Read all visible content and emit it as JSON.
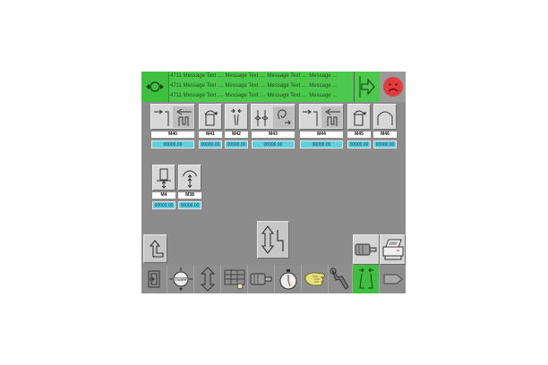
{
  "header": {
    "messages": [
      "4711 Message Text .... Message Text .... Message Text .... Message ...",
      "4711 Message Text .... Message Text .... Message Text .... Message ...",
      "4711 Message Text .... Message Text .... Message Text .... Message ..."
    ],
    "left_icon": "machine-gear-icon",
    "next_icon": "arrow-right-icon",
    "status_icon": "sad-face-icon",
    "colors": {
      "message_bg": "#4cc94c",
      "status": "#e23b3b"
    }
  },
  "functions_row1": [
    {
      "label": "M40",
      "value": "00000.00",
      "icon": "mold-close-icon"
    },
    {
      "label": "M41",
      "value": "00000.00",
      "icon": "rotate-icon"
    },
    {
      "label": "M42",
      "value": "00000.00",
      "icon": "nozzle-icon"
    },
    {
      "label": "M43",
      "value": "00000.00",
      "icon": "valve-spiral-icon"
    },
    {
      "label": "M44",
      "value": "00000.00",
      "icon": "mold-open-icon"
    },
    {
      "label": "M45",
      "value": "00000.00",
      "icon": "rotate-icon"
    },
    {
      "label": "M46",
      "value": "00000.00",
      "icon": "arch-icon"
    }
  ],
  "functions_row2": [
    {
      "label": "M4",
      "value": "00000.00",
      "icon": "ejector-icon"
    },
    {
      "label": "M38",
      "value": "00000.00",
      "icon": "core-pull-icon"
    }
  ],
  "buttons": {
    "back": "back-arrow-icon",
    "manual_move": "up-down-step-icon",
    "motor": "motor-icon",
    "print": "printer-icon"
  },
  "toolbar": [
    {
      "name": "exit",
      "icon": "door-exit-icon"
    },
    {
      "name": "temperature",
      "icon": "temperature-dial-icon",
      "text": "TEMP"
    },
    {
      "name": "movement",
      "icon": "up-down-arrow-icon"
    },
    {
      "name": "table",
      "icon": "grid-touch-icon"
    },
    {
      "name": "motor",
      "icon": "motor-icon"
    },
    {
      "name": "timer",
      "icon": "stopwatch-icon"
    },
    {
      "name": "hand",
      "icon": "hand-icon"
    },
    {
      "name": "tools",
      "icon": "wrench-icon"
    },
    {
      "name": "mold",
      "icon": "mold-green-icon",
      "active": true
    },
    {
      "name": "next",
      "icon": "arrow-tab-icon"
    }
  ]
}
